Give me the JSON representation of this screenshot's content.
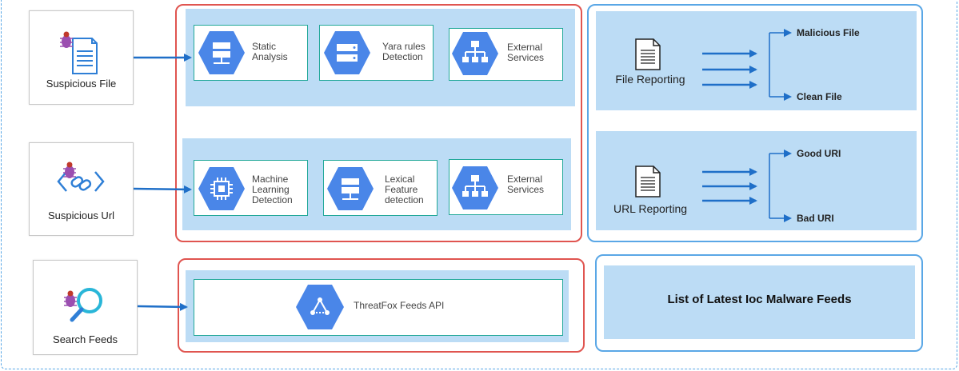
{
  "inputs": {
    "file_label": "Suspicious File",
    "url_label": "Suspicious Url",
    "search_label": "Search Feeds"
  },
  "file_services": [
    {
      "label": "Static\nAnalysis"
    },
    {
      "label": "Yara rules\nDetection"
    },
    {
      "label": "External\nServices"
    }
  ],
  "url_services": [
    {
      "label": "Machine\nLearning\nDetection"
    },
    {
      "label": "Lexical\nFeature\ndetection"
    },
    {
      "label": "External\nServices"
    }
  ],
  "feeds_api": {
    "label": "ThreatFox Feeds API"
  },
  "reporting": {
    "file": {
      "label": "File Reporting",
      "outputs": [
        "Malicious File",
        "Clean File"
      ]
    },
    "url": {
      "label": "URL Reporting",
      "outputs": [
        "Good URI",
        "Bad URI"
      ]
    }
  },
  "feeds_list": {
    "label": "List of Latest Ioc Malware Feeds"
  },
  "colors": {
    "red": "#e05550",
    "blue": "#5aa7e6",
    "band": "#bcdcf5",
    "hex": "#4a86e8",
    "arrow": "#1f6fc8",
    "teal": "#21a898"
  }
}
